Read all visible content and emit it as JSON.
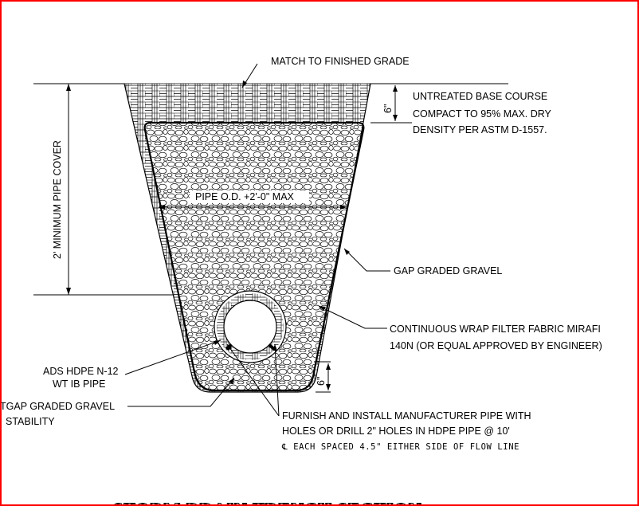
{
  "labels": {
    "finished_grade": "MATCH TO FINISHED GRADE",
    "base_course_1": "UNTREATED BASE COURSE",
    "base_course_2": "COMPACT TO 95% MAX. DRY",
    "base_course_3": "DENSITY PER ASTM D-1557.",
    "dim_top": "6\"",
    "pipe_cover": "2' MINIMUM PIPE COVER",
    "pipe_od": "PIPE O.D. +2'-0\" MAX",
    "gap_gravel": "GAP GRADED GRAVEL",
    "filter_fabric_1": "CONTINUOUS WRAP FILTER FABRIC MIRAFI",
    "filter_fabric_2": "140N (OR EQUAL APPROVED BY ENGINEER)",
    "ads_pipe_1": "ADS HDPE N-12",
    "ads_pipe_2": "WT IB PIPE",
    "dim_bottom": "6\"",
    "bedding_1": "TGAP GRADED GRAVEL",
    "bedding_2": "STABILITY",
    "furnish_1": "FURNISH AND INSTALL MANUFACTURER PIPE WITH",
    "furnish_2": "HOLES OR DRILL 2\" HOLES IN HDPE PIPE @ 10'",
    "furnish_3": "℄ EACH SPACED 4.5\" EITHER SIDE OF FLOW LINE",
    "title": "STORM DRAIN TRENCH SECTION"
  },
  "colors": {
    "border": "#ff0000",
    "line": "#000000"
  }
}
